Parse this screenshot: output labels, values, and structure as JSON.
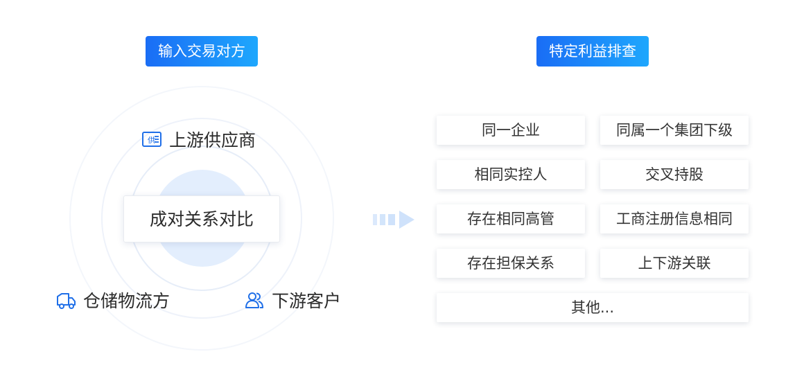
{
  "left_header": "输入交易对方",
  "right_header": "特定利益排查",
  "center_label": "成对关系对比",
  "parties": [
    {
      "label": "上游供应商",
      "icon": "supplier-card-icon",
      "icon_text": "供"
    },
    {
      "label": "仓储物流方",
      "icon": "delivery-truck-icon"
    },
    {
      "label": "下游客户",
      "icon": "customers-icon"
    }
  ],
  "checks": [
    "同一企业",
    "同属一个集团下级",
    "相同实控人",
    "交叉持股",
    "存在相同高管",
    "工商注册信息相同",
    "存在担保关系",
    "上下游关联",
    "其他..."
  ],
  "colors": {
    "accent_start": "#1a6df5",
    "accent_end": "#1ea7fd",
    "icon_blue": "#1f6fe8",
    "core_fill": "#e3eefd",
    "arrow": "#cfe2fb"
  }
}
